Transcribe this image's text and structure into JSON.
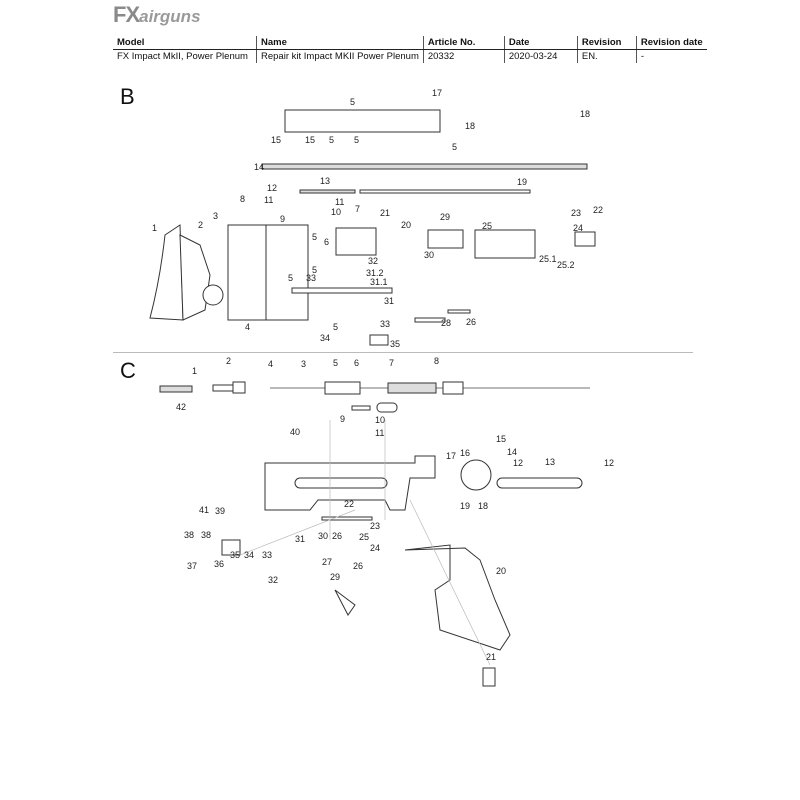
{
  "logo": {
    "fx": "FX",
    "airguns": "airguns"
  },
  "table": {
    "headers": [
      "Model",
      "Name",
      "Article No.",
      "Date",
      "Revision",
      "Revision date"
    ],
    "row": [
      "FX Impact MkII, Power Plenum",
      "Repair kit Impact MKII Power Plenum",
      "20332",
      "2020-03-24",
      "EN.",
      "-"
    ]
  },
  "sections": {
    "b": "B",
    "c": "C"
  },
  "labels_b": [
    "5",
    "17",
    "18",
    "18",
    "15",
    "15",
    "5",
    "5",
    "5",
    "14",
    "13",
    "19",
    "12",
    "11",
    "11",
    "8",
    "10",
    "9",
    "7",
    "3",
    "21",
    "20",
    "29",
    "23",
    "22",
    "1",
    "2",
    "25",
    "24",
    "30",
    "25.1",
    "25.2",
    "5",
    "6",
    "5",
    "32",
    "31.2",
    "31.1",
    "5",
    "33",
    "31",
    "4",
    "28",
    "26",
    "5",
    "33",
    "34",
    "35"
  ],
  "labels_c": [
    "2",
    "1",
    "42",
    "4",
    "3",
    "5",
    "6",
    "7",
    "8",
    "9",
    "10",
    "11",
    "40",
    "15",
    "14",
    "16",
    "17",
    "12",
    "13",
    "12",
    "22",
    "19",
    "18",
    "23",
    "41",
    "39",
    "38",
    "38",
    "30",
    "26",
    "25",
    "31",
    "24",
    "36",
    "37",
    "35",
    "34",
    "33",
    "27",
    "29",
    "26",
    "20",
    "32",
    "21"
  ]
}
